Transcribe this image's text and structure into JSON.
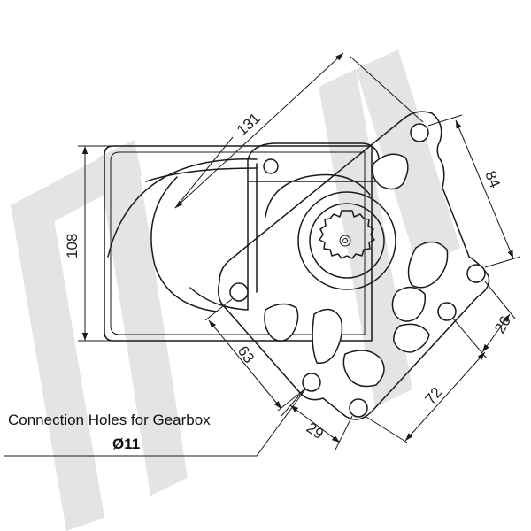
{
  "title": "Connection Holes for Gearbox",
  "hole_diameter": "Ø11",
  "dimensions": {
    "diagonal": "131",
    "height": "108",
    "side": "84",
    "hole_pitch_lower": "63",
    "bottom_spacing": "29",
    "right_spacing": "72",
    "small_offset": "26"
  },
  "colors": {
    "line": "#1a1a1a",
    "watermark": "#e4e4e4",
    "background": "#ffffff"
  }
}
